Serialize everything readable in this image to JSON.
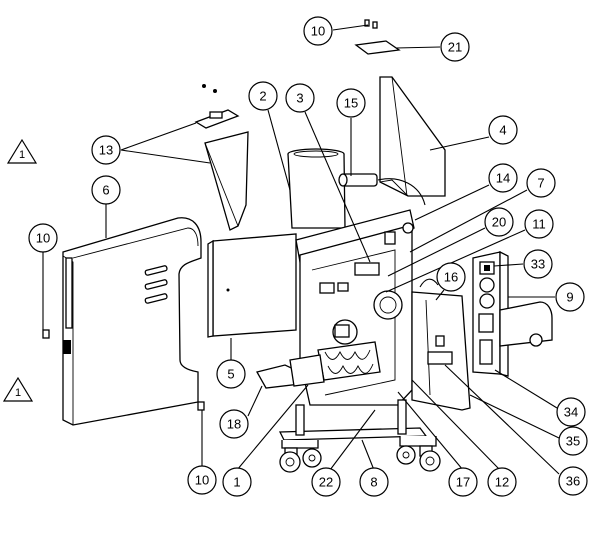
{
  "callouts": [
    {
      "label": "10"
    },
    {
      "label": "21"
    },
    {
      "label": "2"
    },
    {
      "label": "3"
    },
    {
      "label": "15"
    },
    {
      "label": "4"
    },
    {
      "label": "13"
    },
    {
      "label": "6"
    },
    {
      "label": "14"
    },
    {
      "label": "7"
    },
    {
      "label": "10"
    },
    {
      "label": "20"
    },
    {
      "label": "11"
    },
    {
      "label": "16"
    },
    {
      "label": "33"
    },
    {
      "label": "9"
    },
    {
      "label": "5"
    },
    {
      "label": "18"
    },
    {
      "label": "34"
    },
    {
      "label": "35"
    },
    {
      "label": "36"
    },
    {
      "label": "10"
    },
    {
      "label": "1"
    },
    {
      "label": "22"
    },
    {
      "label": "8"
    },
    {
      "label": "17"
    },
    {
      "label": "12"
    }
  ],
  "warnings": [
    {
      "label": "1"
    },
    {
      "label": "1"
    }
  ]
}
